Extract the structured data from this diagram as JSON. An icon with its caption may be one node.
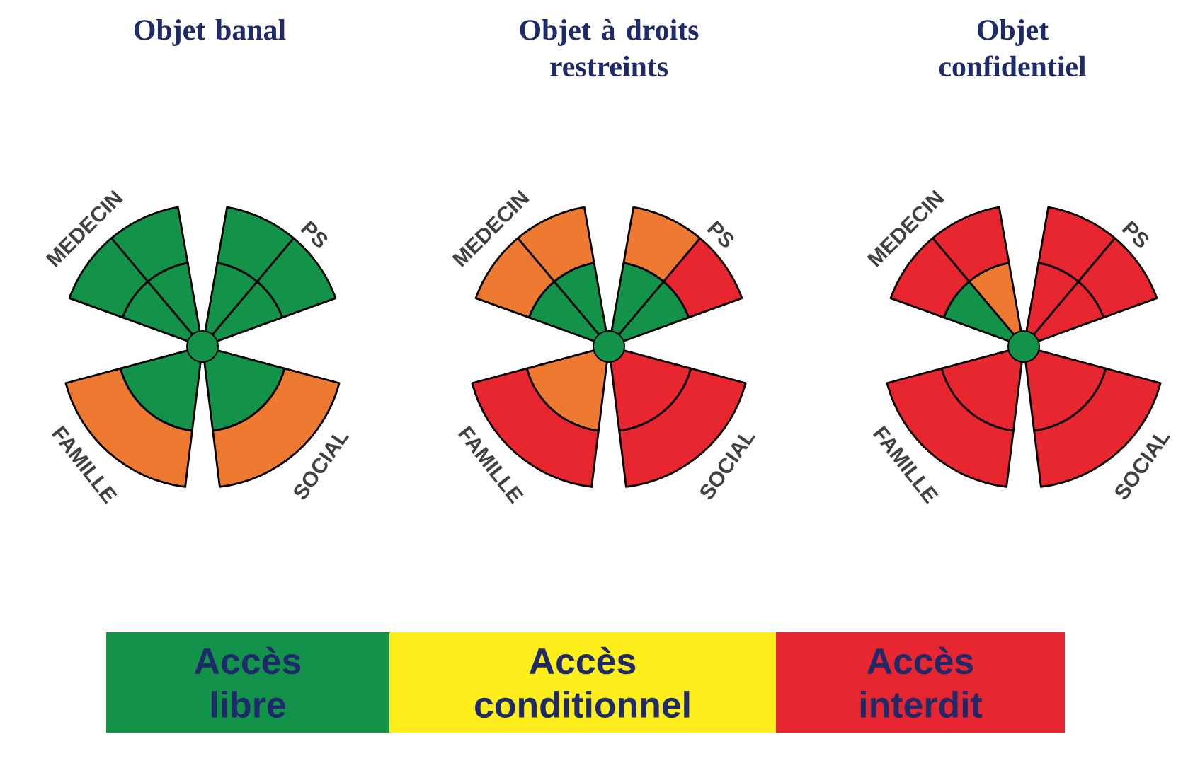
{
  "diagram": {
    "labels": [
      "Objet banal",
      "Objet à droits restreints",
      "Objet confidentiel",
      "MEDECIN",
      "PS",
      "FAMILLE",
      "SOCIAL",
      "MEDECIN",
      "PS",
      "FAMILLE",
      "SOCIAL",
      "MEDECIN",
      "PS",
      "FAMILLE",
      "SOCIAL"
    ],
    "legend": [
      {
        "text": "Accès libre",
        "color": "#13934a"
      },
      {
        "text": "Accès conditionnel",
        "color": "#fdee1c"
      },
      {
        "text": "Accès interdit",
        "color": "#e8262f"
      }
    ]
  }
}
